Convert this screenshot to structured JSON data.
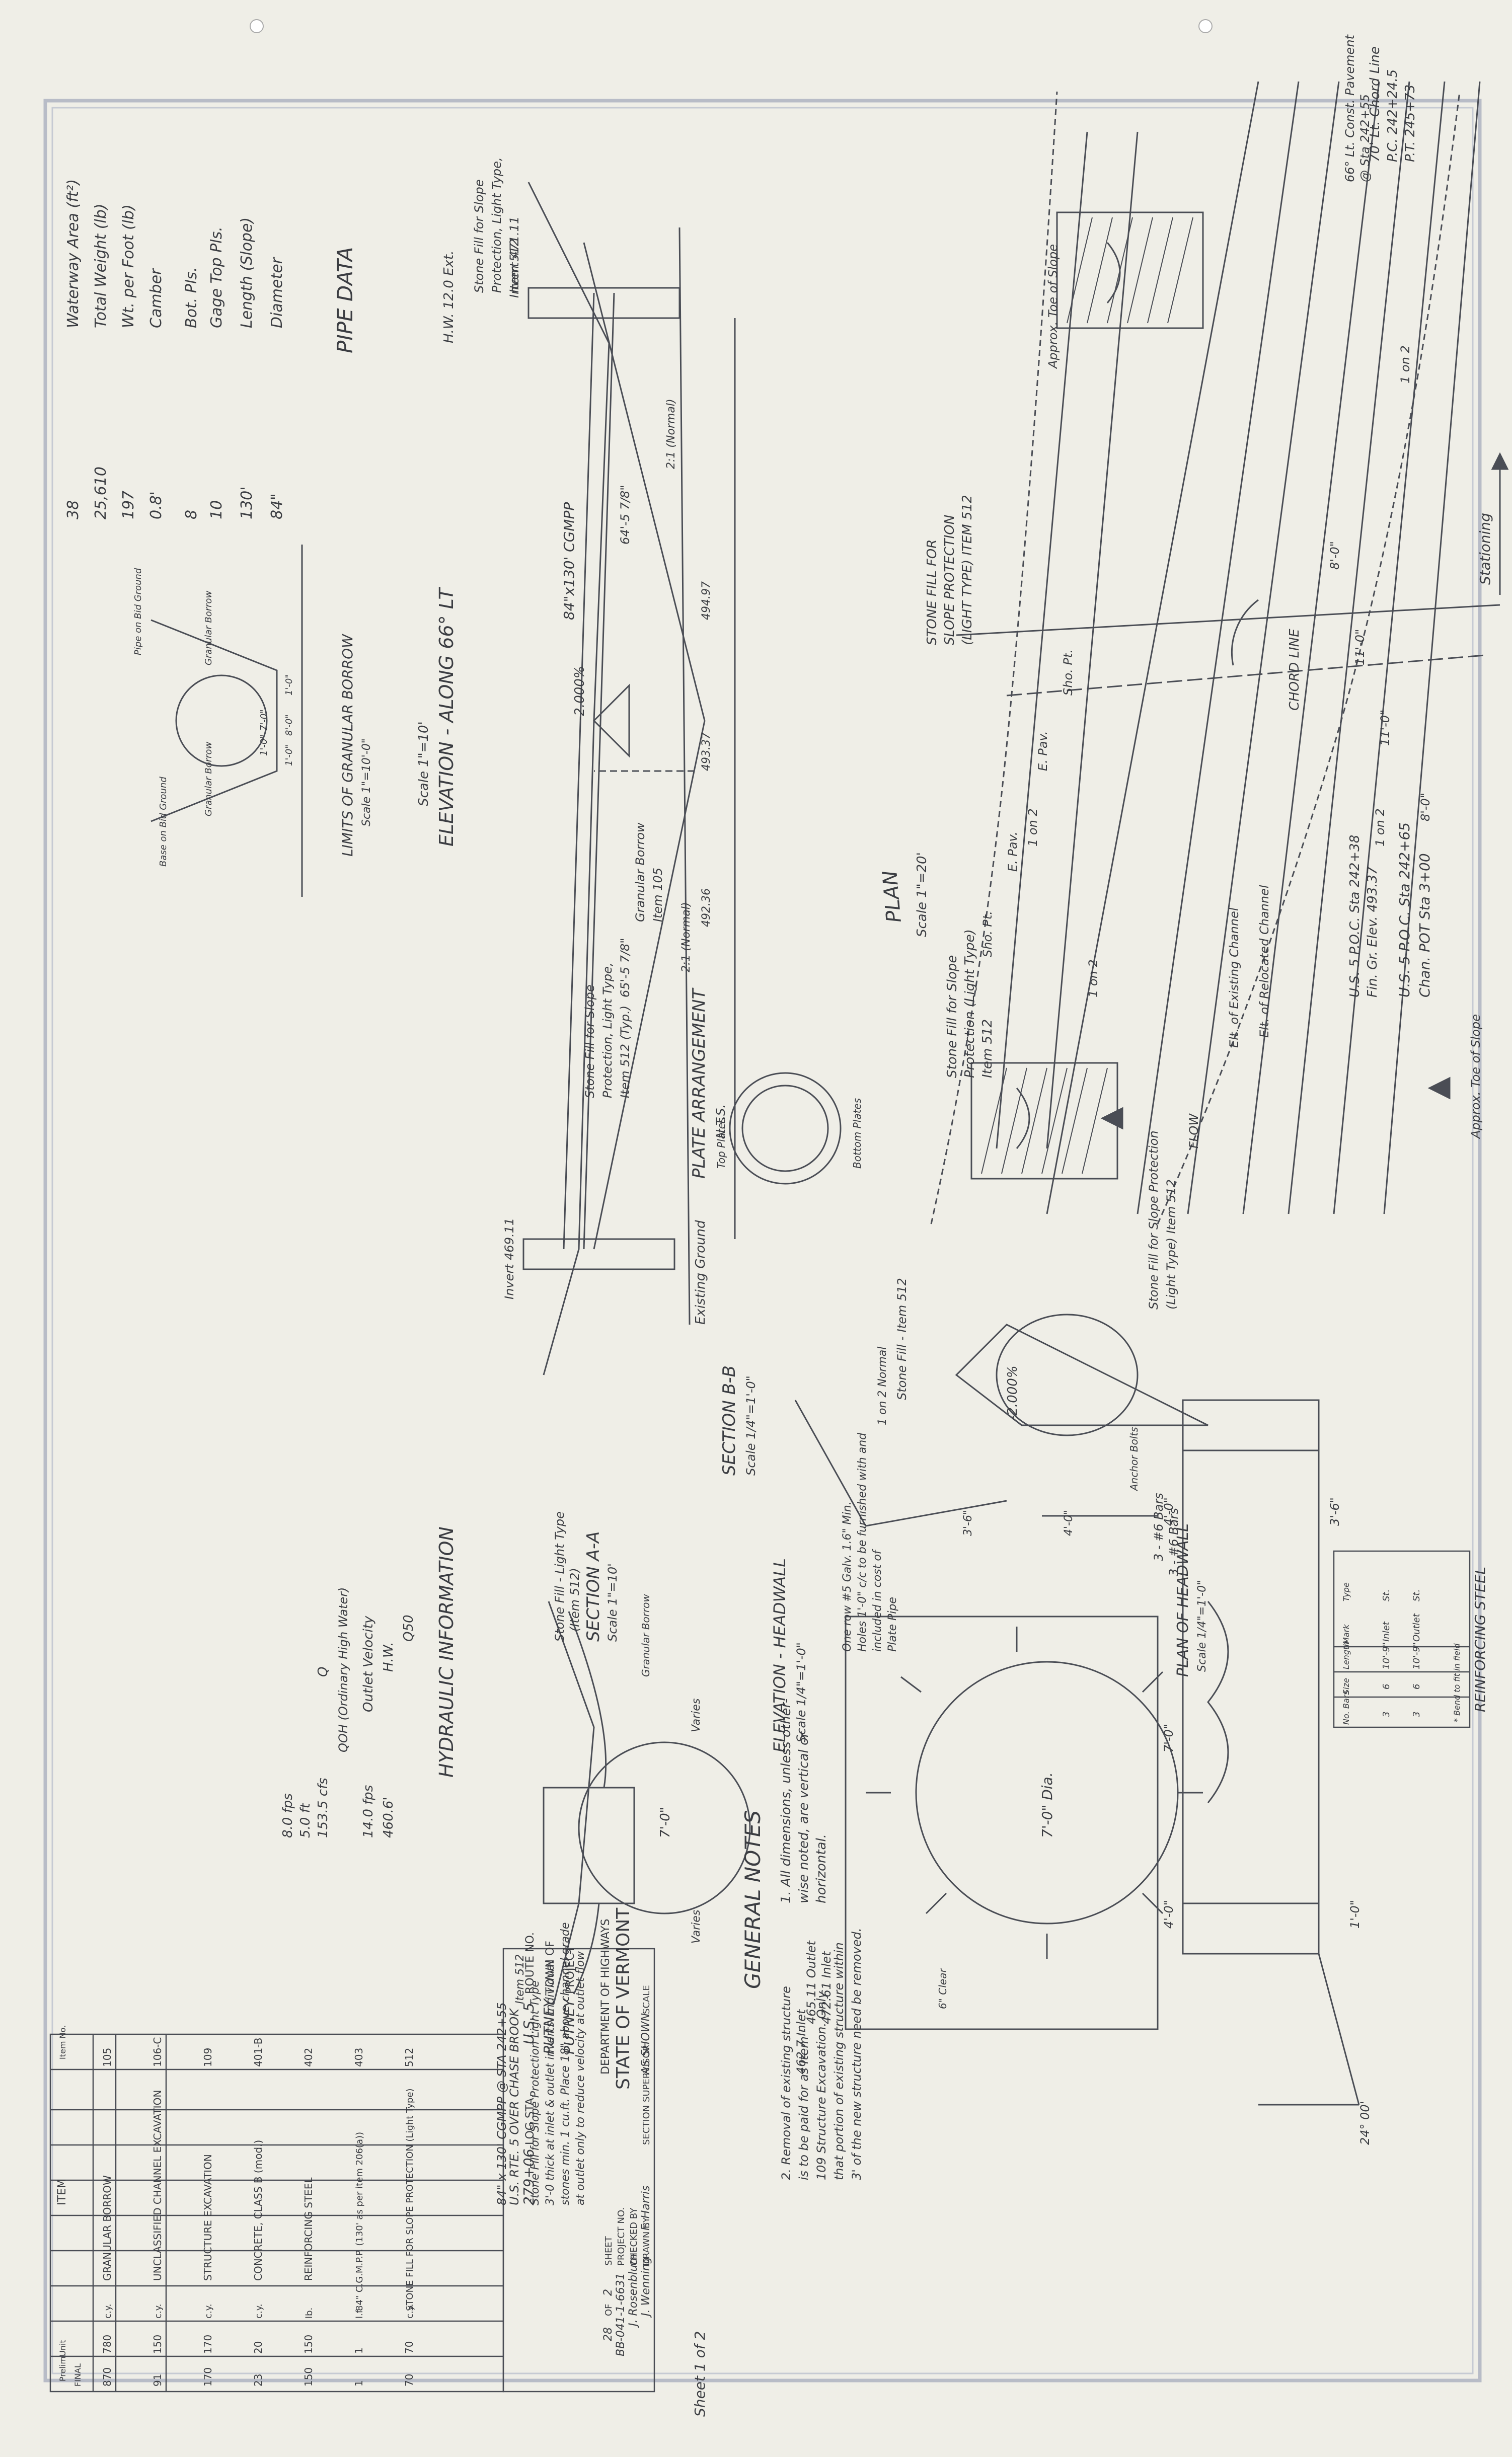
{
  "general_notes": {
    "title": "GENERAL NOTES",
    "note1": [
      "1. All dimensions, unless other-",
      "wise noted, are vertical or",
      "horizontal."
    ],
    "note2": [
      "2. Removal of existing structure",
      "is to be paid for as Item -",
      "109 Structure Excavation. Only",
      "that portion of existing structure within",
      "3' of the new structure need be removed."
    ],
    "note3": [
      "Item 512",
      "Stone Fill for Slope Protection Light Type",
      "3'-0 thick at inlet & outlet inverts. Individual",
      "stones min. 1 cu.ft. Place 18\" above channel grade",
      "at outlet only to reduce velocity at outlet flow"
    ]
  },
  "title_block": {
    "state": "STATE OF VERMONT",
    "dept": "DEPARTMENT OF HIGHWAYS",
    "project_label": "PROJECT",
    "project": "PUTNEY",
    "town_label": "TOWN OF",
    "town": "PUTNEY",
    "route_label": "ROUTE NO.",
    "route": "U.S. 5",
    "log_sta_label": "LOG STA.",
    "log_sta": "279+06",
    "desc1": "U.S. RTE. 5 OVER CHASE BROOK",
    "desc2": "84\" x 130' CGMPP @ STA 242+55",
    "scale_label": "SCALE",
    "scale": "AS SHOWN",
    "section_label": "SECTION SUPERVISOR",
    "section": "F. Harris",
    "drawn_label": "DRAWN BY",
    "drawn": "J. Wenning",
    "checked_label": "CHECKED BY",
    "checked": "J. Rosenblum",
    "project_no_label": "PROJECT NO.",
    "project_no": "BB-041-1-6631",
    "sheet_label": "SHEET",
    "sheet": "2",
    "of_label": "OF",
    "of": "28",
    "sheet_note": "Sheet 1 of 2"
  },
  "quantities": {
    "headers": [
      "Item No.",
      "ITEM",
      "Unit",
      "Prelim.",
      "FINAL"
    ],
    "rows": [
      [
        "105",
        "GRANULAR BORROW",
        "c.y.",
        "780",
        "870"
      ],
      [
        "106-C",
        "UNCLASSIFIED CHANNEL EXCAVATION",
        "c.y.",
        "150",
        "91"
      ],
      [
        "109",
        "STRUCTURE EXCAVATION",
        "c.y.",
        "170",
        "170"
      ],
      [
        "401-B",
        "CONCRETE, CLASS B (mod.)",
        "c.y.",
        "20",
        "23"
      ],
      [
        "402",
        "REINFORCING STEEL",
        "lb.",
        "150",
        "150"
      ],
      [
        "403",
        "84\" C.G.M.P.P. (130' as per item 206(a))",
        "l.f.",
        "1",
        "1"
      ],
      [
        "512",
        "STONE FILL FOR SLOPE PROTECTION (Light Type)",
        "c.y.",
        "70",
        "70"
      ]
    ]
  },
  "hydraulic": {
    "title": "HYDRAULIC INFORMATION",
    "q50_label": "Q50",
    "hw_label": "H.W.",
    "hw": "460.6'",
    "ov_label": "Outlet Velocity",
    "ov": "14.0 fps",
    "oh_label": "QOH (Ordinary High Water)",
    "q_label": "Q",
    "q": "153.5 cfs",
    "hw2": "5.0 ft",
    "ov2": "8.0 fps"
  },
  "pipe_data": {
    "title": "PIPE DATA",
    "rows": [
      [
        "Diameter",
        "84\""
      ],
      [
        "Length (Slope)",
        "130'"
      ],
      [
        "Gage  Top Pls.",
        "10"
      ],
      [
        "Bot. Pls.",
        "8"
      ],
      [
        "Camber",
        "0.8'"
      ],
      [
        "Wt. per Foot (lb)",
        "197"
      ],
      [
        "Total Weight (lb)",
        "25,610"
      ],
      [
        "Waterway Area (ft²)",
        "38"
      ]
    ]
  },
  "elevation": {
    "title": "ELEVATION - ALONG 66° LT",
    "scale": "Scale 1\"=10'",
    "hw": "H.W. 12.0 Ext.",
    "stone_fill": [
      "Stone Fill for Slope",
      "Protection, Light Type,",
      "Item 512"
    ],
    "invert_inlet": "Invert 471.11",
    "invert_outlet": "Invert 469.11",
    "granular": [
      "Granular Borrow",
      "Item 105"
    ],
    "pipe": "84\"x130' CGMPP",
    "grade": "-2.000%",
    "existing_ground": "Existing Ground",
    "stone_fill2": [
      "Stone Fill for Slope",
      "Protection, Light Type,",
      "Item 512 (Typ.)"
    ],
    "dim1": "64'-5 7/8\"",
    "dim2": "65'-5 7/8\"",
    "slope1": "2:1 (Normal)",
    "slope2": "2:1 (Normal)",
    "el1": "494.97",
    "el2": "493.37",
    "el3": "492.36"
  },
  "plan": {
    "title": "PLAN",
    "scale": "Scale 1\"=20'",
    "stone_fill": [
      "STONE FILL FOR",
      "SLOPE PROTECTION",
      "(LIGHT TYPE) ITEM 512"
    ],
    "stone_fill2": [
      "Stone Fill for Slope",
      "Protection (Light Type)",
      "Item 512"
    ],
    "stone_fill3": [
      "Stone Fill for Slope Protection",
      "(Light Type) Item 512"
    ],
    "chord": "CHORD LINE",
    "stationing": "Stationing",
    "centerline": [
      "70' Lt. Chord Line",
      "P.C. 242+24.5",
      "P.T. 245+73"
    ],
    "pt": [
      "66° Lt. Const. Pavement",
      "@ Sta 242+55"
    ],
    "us5_1": [
      "U.S. 5 P.O.C. Sta 242+65",
      "Chan. POT Sta 3+00"
    ],
    "us5_2": [
      "U.S. 5 P.O.C. Sta 242+38",
      "Fin. Gr. Elev. 493.37"
    ],
    "channel": [
      "Elt. of Existing Channel",
      "Elt. of Relocated Channel"
    ],
    "slope_labels": [
      "1 on 2",
      "1 on 2",
      "1 on 2",
      "1 on 2"
    ],
    "dims": [
      "8'-0\"",
      "11'-0\"",
      "11'-0\"",
      "8'-0\""
    ],
    "pav": [
      "Sho. Pt.",
      "E. Pav.",
      "E. Pav.",
      "Sho. Pt."
    ],
    "flow": "FLOW",
    "toe": "Approx. Toe of Slope",
    "toe2": "Approx. Toe of Slope"
  },
  "plate": {
    "title": "PLATE ARRANGEMENT",
    "scale": "N.T.S.",
    "bottom": "Bottom Plates",
    "top": "Top Plates"
  },
  "section_bb": {
    "title": "SECTION B-B",
    "scale": "Scale 1/4\"=1'-0\"",
    "grade": "-2.000%",
    "stone": "Stone Fill - Item 512",
    "normal": "1 on 2 Normal",
    "d1": "4'-0\"",
    "d2": "3'-6\"",
    "bars": [
      "3 - #6 Bars",
      "3 - #6 Bars"
    ],
    "anchor": "Anchor Bolts"
  },
  "headwall": {
    "title": "ELEVATION - HEADWALL",
    "scale": "Scale 1/4\"=1'-0\"",
    "dia": "7'-0\" Dia.",
    "note": [
      "One row #5 Galv. 1.6\" Min.",
      "Holes 1'-0\" c/c to be furnished with and",
      "included in cost of",
      "Plate Pipe"
    ],
    "inlet": "472.61 Inlet",
    "outlet": "465.11 Outlet",
    "inlet2": "462.7 Inlet",
    "clear": "6\" Clear"
  },
  "section_aa": {
    "title": "SECTION A-A",
    "scale": "Scale 1\"=10'",
    "stone": [
      "Stone Fill - Light Type",
      "(Item 512)"
    ],
    "dia": "7'-0\"",
    "varies": [
      "Varies",
      "Varies"
    ],
    "granular": "Granular Borrow"
  },
  "headwall_plan": {
    "title": "PLAN OF HEADWALL",
    "scale": "Scale 1/4\"=1'-0\"",
    "d1": "3'-6\"",
    "d2": "4'-0\"",
    "d3": "7'-0\"",
    "d4": "4'-0\"",
    "d5": "1'-0\"",
    "angle": "24° 00'"
  },
  "reinforcing": {
    "title": "REINFORCING STEEL",
    "headers": [
      "No. Bars",
      "Size",
      "Length",
      "Mark",
      "Type"
    ],
    "rows": [
      [
        "3",
        "6",
        "10'-9\"",
        "Inlet",
        "St."
      ],
      [
        "3",
        "6",
        "10'-9\"",
        "Outlet",
        "St."
      ]
    ],
    "note": "* Bend to fit in field"
  },
  "limits": {
    "title": "LIMITS OF GRANULAR BORROW",
    "scale": "Scale 1\"=10'-0\"",
    "labels": [
      "Granular Borrow",
      "Granular Borrow",
      "Pipe on Bid Ground",
      "Base on Bid Ground"
    ],
    "dims": [
      "1'-0\"",
      "8'-0\"",
      "1'-0\"",
      "7'-0\"",
      "1'-0\""
    ]
  }
}
